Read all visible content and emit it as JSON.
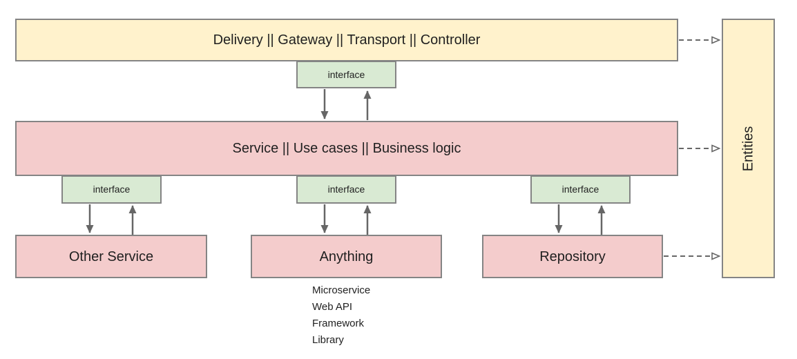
{
  "diagram": {
    "colors": {
      "yellow_fill": "#fff2cc",
      "pink_fill": "#f4cccc",
      "green_fill": "#d9ead3",
      "box_border": "#848484",
      "arrow": "#666666",
      "text": "#1f1f1f",
      "bg": "#ffffff"
    },
    "layers": {
      "delivery": {
        "label": "Delivery || Gateway || Transport || Controller"
      },
      "service": {
        "label": "Service || Use cases || Business logic"
      },
      "entities": {
        "label": "Entities"
      }
    },
    "interface_label": "interface",
    "bottom_boxes": {
      "other_service": {
        "label": "Other Service"
      },
      "anything": {
        "label": "Anything"
      },
      "repository": {
        "label": "Repository"
      }
    },
    "anything_examples": [
      "Microservice",
      "Web API",
      "Framework",
      "Library"
    ]
  }
}
